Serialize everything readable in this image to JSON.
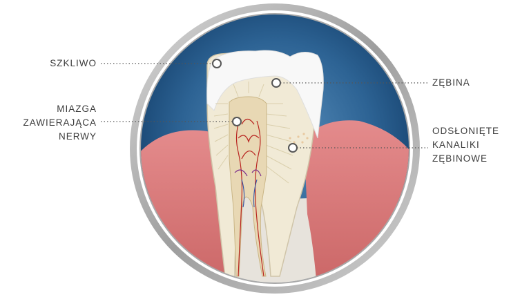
{
  "diagram": {
    "labels": {
      "enamel": "SZKLIWO",
      "dentin": "ZĘBINA",
      "pulp": "MIAZGA\nZAWIERAJĄCA\nNERWY",
      "tubules": "ODSŁONIĘTE\nKANALIKI\nZĘBINOWE"
    },
    "colors": {
      "background_dark": "#0f3a66",
      "background_light": "#4f86b4",
      "ring": "#b9b9b9",
      "gum": "#d9797a",
      "bone": "#e7e3dc",
      "enamel": "#f7f7f7",
      "dentin": "#f1ead6",
      "pulp": "#e8d8b4",
      "nerve": "#b8231f",
      "pointer": "#555555"
    }
  }
}
